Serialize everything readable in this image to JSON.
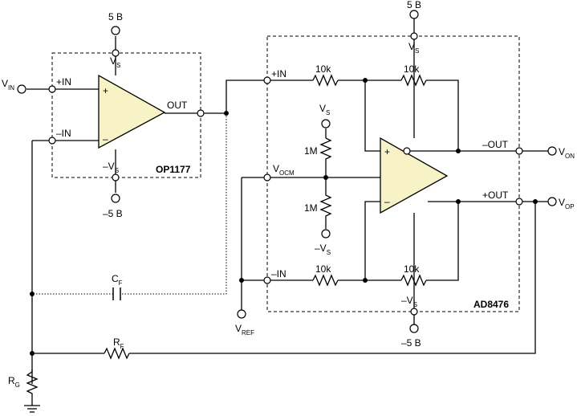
{
  "op1177": {
    "name": "OP1177",
    "plus_in": "+IN",
    "minus_in": "–IN",
    "out": "OUT",
    "supply_pos": {
      "v": "V",
      "sub": "S"
    },
    "supply_neg": {
      "v": "–V",
      "sub": "S"
    },
    "rail_pos": "5 B",
    "rail_neg": "–5 B",
    "plus_sign": "+",
    "minus_sign": "–"
  },
  "ad8476": {
    "name": "AD8476",
    "plus_in": "+IN",
    "minus_in": "–IN",
    "out_neg": "–OUT",
    "out_pos": "+OUT",
    "vocm": {
      "v": "V",
      "sub": "OCM"
    },
    "supply_pos": {
      "v": "V",
      "sub": "S"
    },
    "supply_neg": {
      "v": "–V",
      "sub": "S"
    },
    "rail_pos": "5 B",
    "rail_neg": "–5 B",
    "res_in_top": "10k",
    "res_fb_top": "10k",
    "res_in_bot": "10k",
    "res_fb_bot": "10k",
    "div_top": "1M",
    "div_bot": "1M",
    "div_vs_top": {
      "v": "V",
      "sub": "S"
    },
    "div_vs_bot": {
      "v": "–V",
      "sub": "S"
    },
    "plus_sign": "+",
    "minus_sign": "–"
  },
  "external": {
    "vin": {
      "v": "V",
      "sub": "IN"
    },
    "von": {
      "v": "V",
      "sub": "ON"
    },
    "vop": {
      "v": "V",
      "sub": "OP"
    },
    "vref": {
      "v": "V",
      "sub": "REF"
    },
    "cf": {
      "v": "C",
      "sub": "F"
    },
    "rf": {
      "v": "R",
      "sub": "F"
    },
    "rg": {
      "v": "R",
      "sub": "G"
    }
  },
  "colors": {
    "amp_fill": "#f7f3c6",
    "line": "#000000"
  }
}
